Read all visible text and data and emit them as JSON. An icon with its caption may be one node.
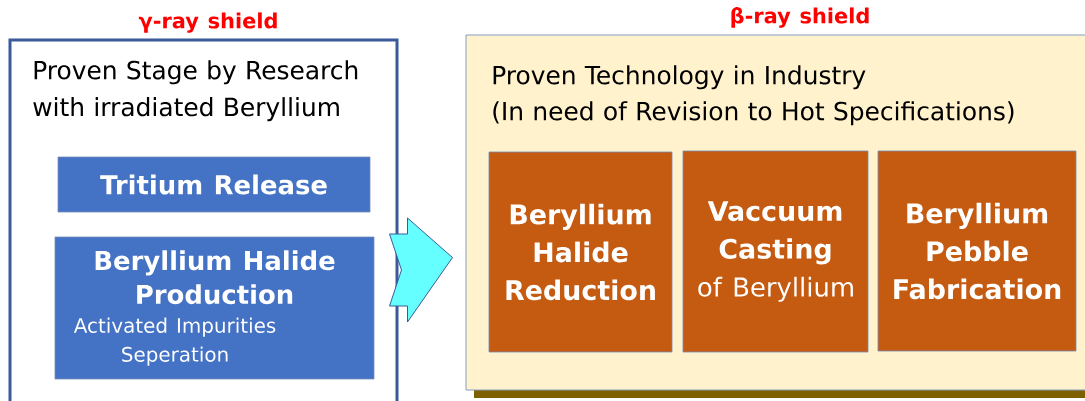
{
  "diagram": {
    "nodes": [
      {
        "text": [
          "γ-ray shield",
          "Proven Stage by Research with irradiated Beryllium"
        ]
      },
      {
        "text": [
          "Tritium Release"
        ],
        "in": 0
      },
      {
        "text": [
          "Beryllium Halide Production",
          "Activated Impurities Seperation"
        ],
        "in": 0
      },
      {
        "text": [
          "β-ray shield",
          "Proven Technology in Industry",
          "(In need of Revision to Hot Specifications)"
        ]
      },
      {
        "text": [
          "Beryllium Halide Reduction"
        ],
        "in": 3
      },
      {
        "text": [
          "Vaccuum Casting",
          "of Beryllium"
        ],
        "in": 3
      },
      {
        "text": [
          "Beryllium Pebble Fabrication"
        ],
        "in": 3
      }
    ],
    "edges": [
      {
        "from": 0,
        "to": 3,
        "arrow": "to"
      }
    ]
  }
}
